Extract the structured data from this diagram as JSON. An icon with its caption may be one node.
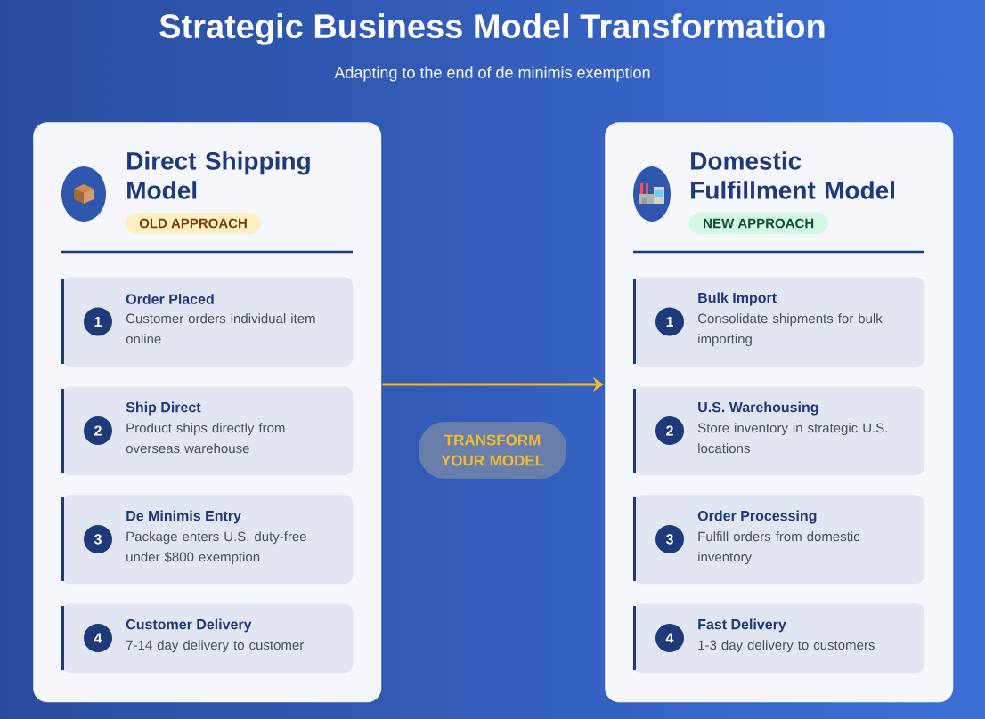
{
  "diagram": {
    "title": "Strategic Business Model Transformation",
    "nodes": [
      {
        "text": [
          "Direct Shipping Model"
        ]
      },
      {
        "text": [
          "OLD APPROACH"
        ],
        "in": 0
      },
      {
        "text": [
          "1",
          "Order Placed",
          "Customer orders individual item online"
        ],
        "in": 0
      },
      {
        "text": [
          "2",
          "Ship Direct",
          "Product ships directly from overseas warehouse"
        ],
        "in": 0
      },
      {
        "text": [
          "3",
          "De Minimis Entry",
          "Package enters U.S. duty-free under $800 exemption"
        ],
        "in": 0
      },
      {
        "text": [
          "4",
          "Customer Delivery",
          "7-14 day delivery to customer"
        ],
        "in": 0
      },
      {
        "text": [
          "TRANSFORM YOUR MODEL"
        ]
      },
      {
        "text": [
          "Domestic Fulfillment Model"
        ]
      },
      {
        "text": [
          "NEW APPROACH"
        ],
        "in": 7
      },
      {
        "text": [
          "1",
          "Bulk Import",
          "Consolidate shipments for bulk importing"
        ],
        "in": 7
      },
      {
        "text": [
          "2",
          "U.S. Warehousing",
          "Store inventory in strategic U.S. locations"
        ],
        "in": 7
      },
      {
        "text": [
          "3",
          "Order Processing",
          "Fulfill orders from domestic inventory"
        ],
        "in": 7
      },
      {
        "text": [
          "4",
          "Fast Delivery",
          "1-3 day delivery to customers"
        ],
        "in": 7
      }
    ],
    "edges": [
      {
        "from": 0,
        "to": 7,
        "arrow": "to"
      }
    ],
    "labels": [
      "Adapting to the end of de minimis exemption"
    ]
  }
}
